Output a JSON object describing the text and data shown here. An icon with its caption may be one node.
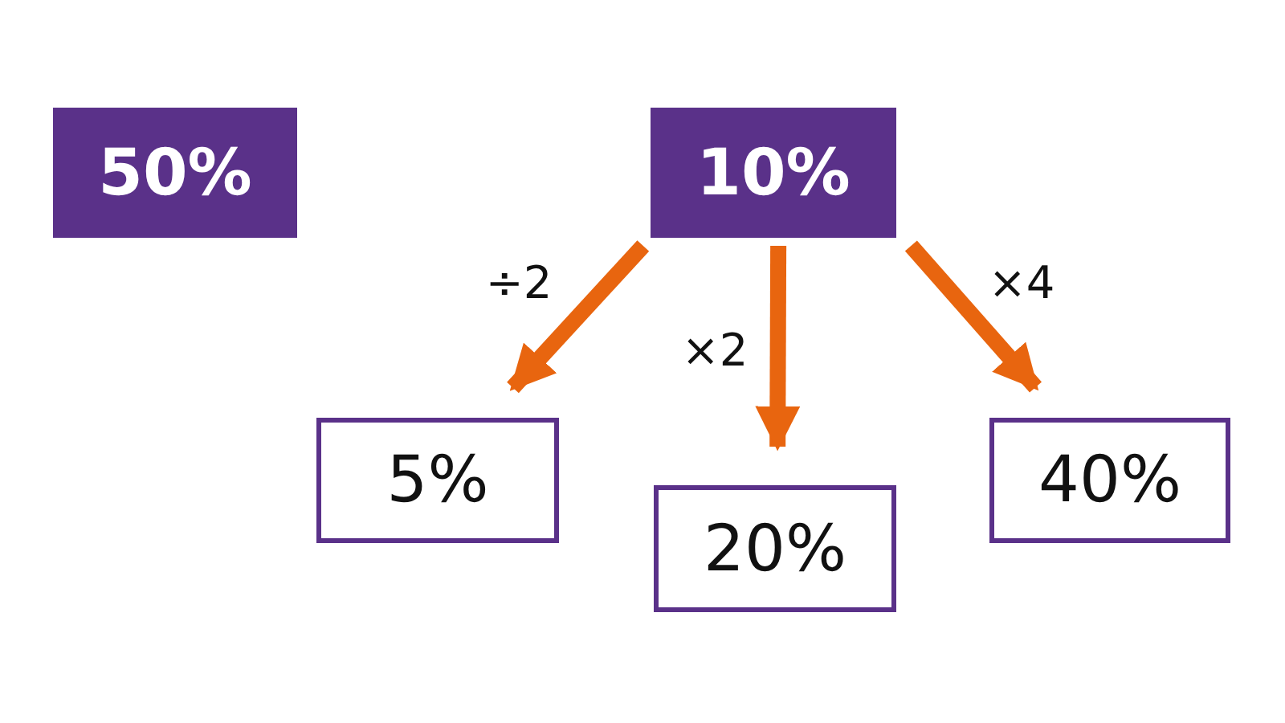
{
  "diagram": {
    "nodes": [
      {
        "text": [
          "50%"
        ]
      },
      {
        "text": [
          "10%"
        ]
      },
      {
        "text": [
          "5%"
        ]
      },
      {
        "text": [
          "20%"
        ]
      },
      {
        "text": [
          "40%"
        ]
      }
    ],
    "edges": [
      {
        "from": 1,
        "to": 2,
        "arrow": "to",
        "label": "÷2"
      },
      {
        "from": 1,
        "to": 3,
        "arrow": "to",
        "label": "×2"
      },
      {
        "from": 1,
        "to": 4,
        "arrow": "to",
        "label": "×4"
      }
    ]
  }
}
